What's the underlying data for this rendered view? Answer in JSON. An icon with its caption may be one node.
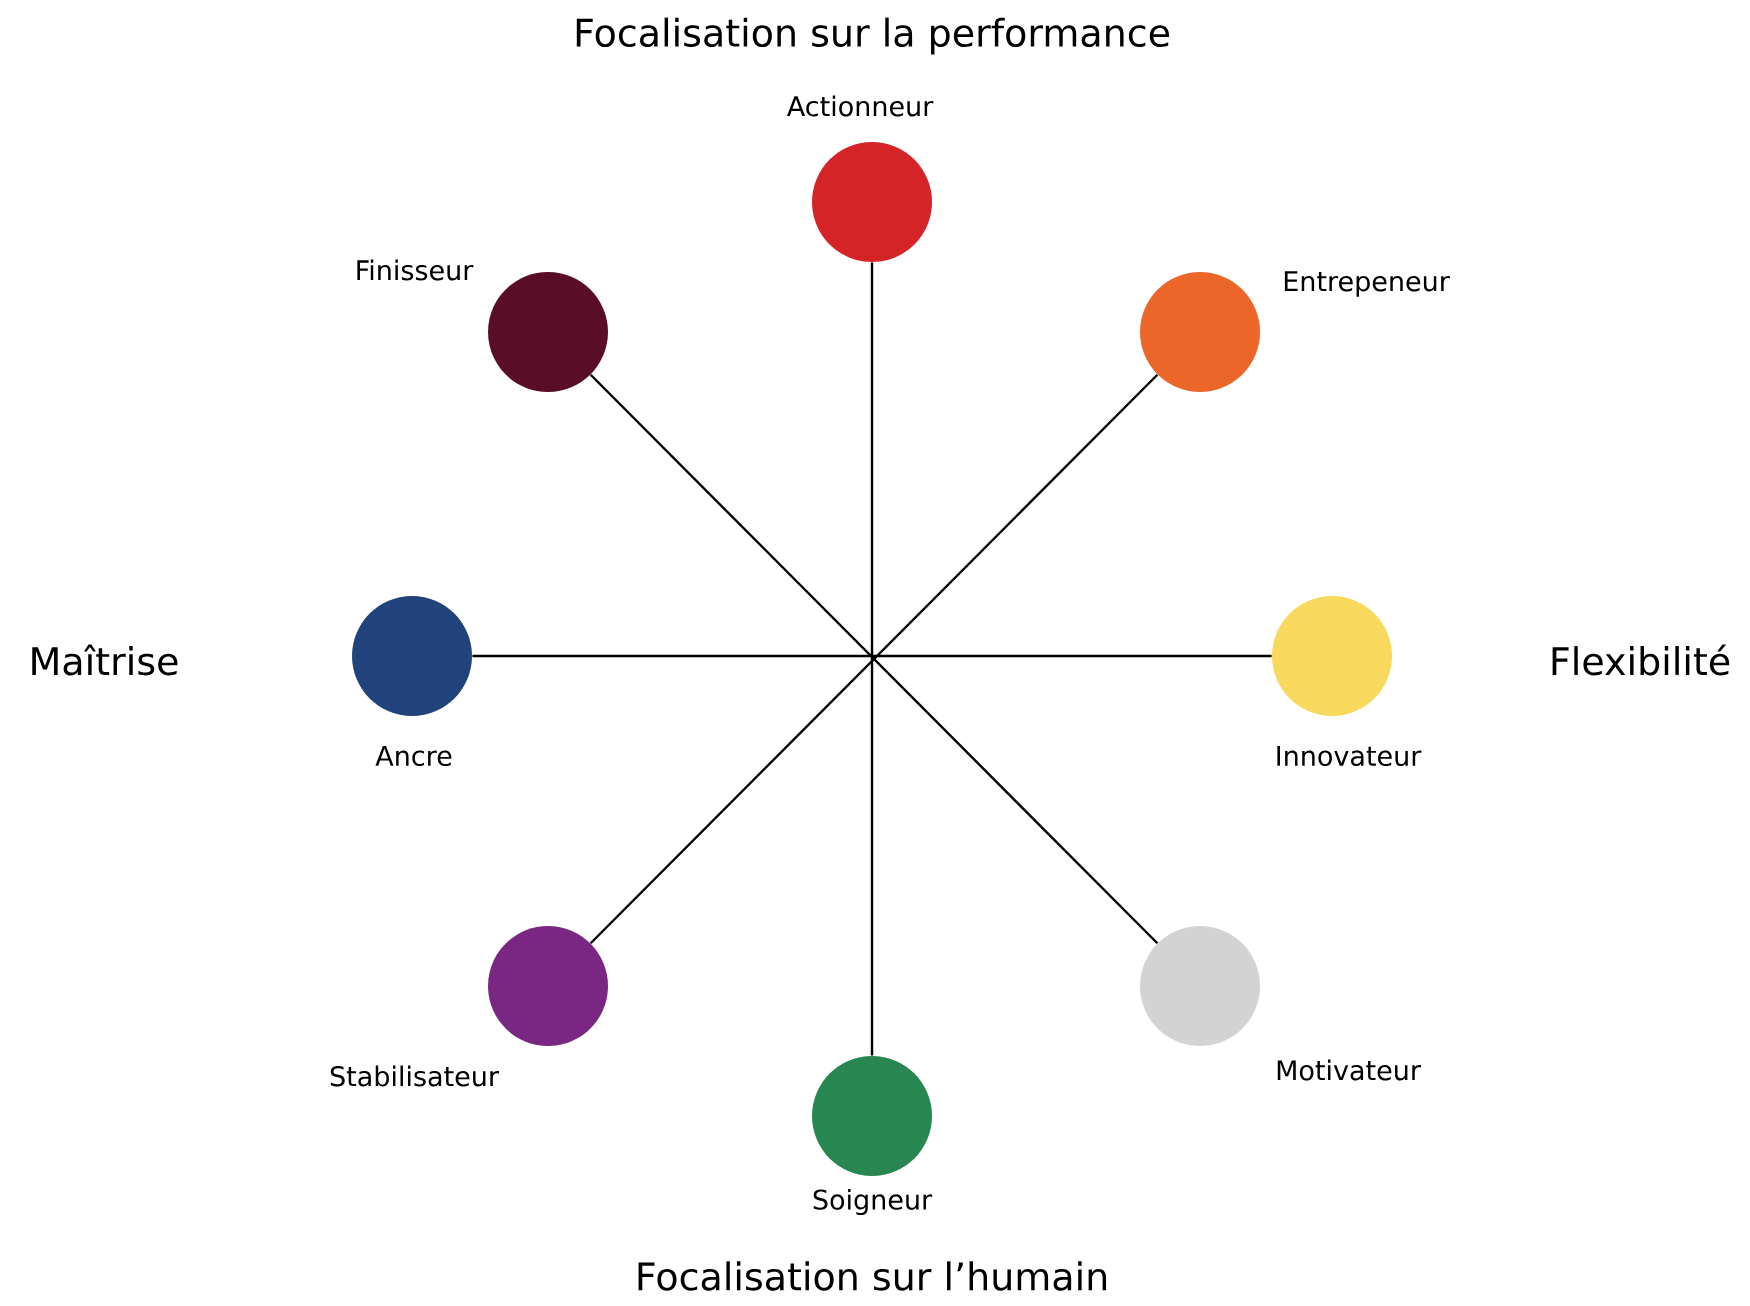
{
  "diagram": {
    "nodes": [
      {
        "text": [],
        "shape": "circle",
        "beside": [
          "Actionneur"
        ]
      },
      {
        "text": [],
        "shape": "circle",
        "beside": [
          "Entrepeneur"
        ]
      },
      {
        "text": [],
        "shape": "circle",
        "beside": [
          "Innovateur"
        ]
      },
      {
        "text": [],
        "shape": "circle",
        "beside": [
          "Motivateur"
        ]
      },
      {
        "text": [],
        "shape": "circle",
        "beside": [
          "Soigneur"
        ]
      },
      {
        "text": [],
        "shape": "circle",
        "beside": [
          "Stabilisateur"
        ]
      },
      {
        "text": [],
        "shape": "circle",
        "beside": [
          "Ancre"
        ]
      },
      {
        "text": [],
        "shape": "circle",
        "beside": [
          "Finisseur"
        ]
      }
    ],
    "edges": [
      {
        "from": 0,
        "to": 4,
        "arrow": "none"
      },
      {
        "from": 1,
        "to": 5,
        "arrow": "none"
      },
      {
        "from": 2,
        "to": 6,
        "arrow": "none"
      },
      {
        "from": 3,
        "to": 7,
        "arrow": "none"
      }
    ],
    "labels": [
      "Focalisation sur la performance",
      "Maîtrise",
      "Flexibilité",
      "Focalisation sur l’humain"
    ]
  }
}
